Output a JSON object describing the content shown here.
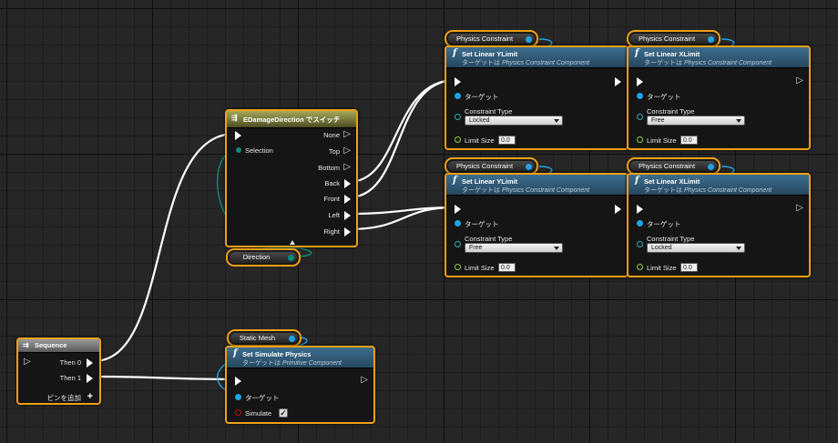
{
  "sequence": {
    "title": "Sequence",
    "then0": "Then 0",
    "then1": "Then 1",
    "add_pin": "ピンを追加"
  },
  "switch_node": {
    "title": "EDamageDirection でスイッチ",
    "selection": "Selection",
    "outputs": [
      "None",
      "Top",
      "Bottom",
      "Back",
      "Front",
      "Left",
      "Right"
    ],
    "direction_getter": "Direction"
  },
  "simulate_node": {
    "getter": "Static Mesh",
    "title": "Set Simulate Physics",
    "subtitle_prefix": "ターゲットは",
    "subtitle_class": "Primitive Component",
    "target": "ターゲット",
    "simulate": "Simulate",
    "checked_glyph": "✓"
  },
  "constraint_nodes": [
    {
      "getter": "Physics Constraint",
      "title": "Set Linear YLimit",
      "subtitle_prefix": "ターゲットは",
      "subtitle_class": "Physics Constraint Component",
      "target": "ターゲット",
      "type_label": "Constraint Type",
      "type_value": "Locked",
      "limit_label": "Limit Size",
      "limit_value": "0.0"
    },
    {
      "getter": "Physics Constraint",
      "title": "Set Linear XLimit",
      "subtitle_prefix": "ターゲットは",
      "subtitle_class": "Physics Constraint Component",
      "target": "ターゲット",
      "type_label": "Constraint Type",
      "type_value": "Free",
      "limit_label": "Limit Size",
      "limit_value": "0.0"
    },
    {
      "getter": "Physics Constraint",
      "title": "Set Linear YLimit",
      "subtitle_prefix": "ターゲットは",
      "subtitle_class": "Physics Constraint Component",
      "target": "ターゲット",
      "type_label": "Constraint Type",
      "type_value": "Free",
      "limit_label": "Limit Size",
      "limit_value": "0.0"
    },
    {
      "getter": "Physics Constraint",
      "title": "Set Linear XLimit",
      "subtitle_prefix": "ターゲットは",
      "subtitle_class": "Physics Constraint Component",
      "target": "ターゲット",
      "type_label": "Constraint Type",
      "type_value": "Locked",
      "limit_label": "Limit Size",
      "limit_value": "0.0"
    }
  ],
  "icons": {
    "function": "f",
    "sequence": "⇉",
    "switch": "⇶"
  },
  "colors": {
    "selection_border": "#f0a015",
    "object_pin": "#1fa3e8",
    "float_pin": "#90d040",
    "bool_pin": "#c01010",
    "function_header": "#3d6d8e",
    "switch_header": "#a6a85a",
    "exec_wire": "#ffffff",
    "object_wire": "#1fa3e8",
    "byte_wire": "#0c8a7e"
  }
}
